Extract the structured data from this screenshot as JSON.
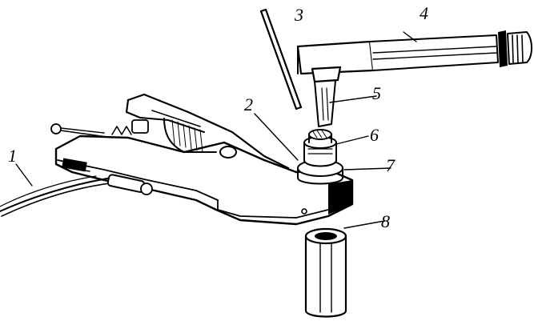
{
  "figure": {
    "callouts": [
      {
        "id": "c1",
        "text": "1"
      },
      {
        "id": "c2",
        "text": "2"
      },
      {
        "id": "c3",
        "text": "3"
      },
      {
        "id": "c4",
        "text": "4"
      },
      {
        "id": "c5",
        "text": "5"
      },
      {
        "id": "c6",
        "text": "6"
      },
      {
        "id": "c7",
        "text": "7"
      },
      {
        "id": "c8",
        "text": "8"
      }
    ]
  },
  "colors": {
    "ink": "#000000",
    "paper": "#ffffff"
  }
}
